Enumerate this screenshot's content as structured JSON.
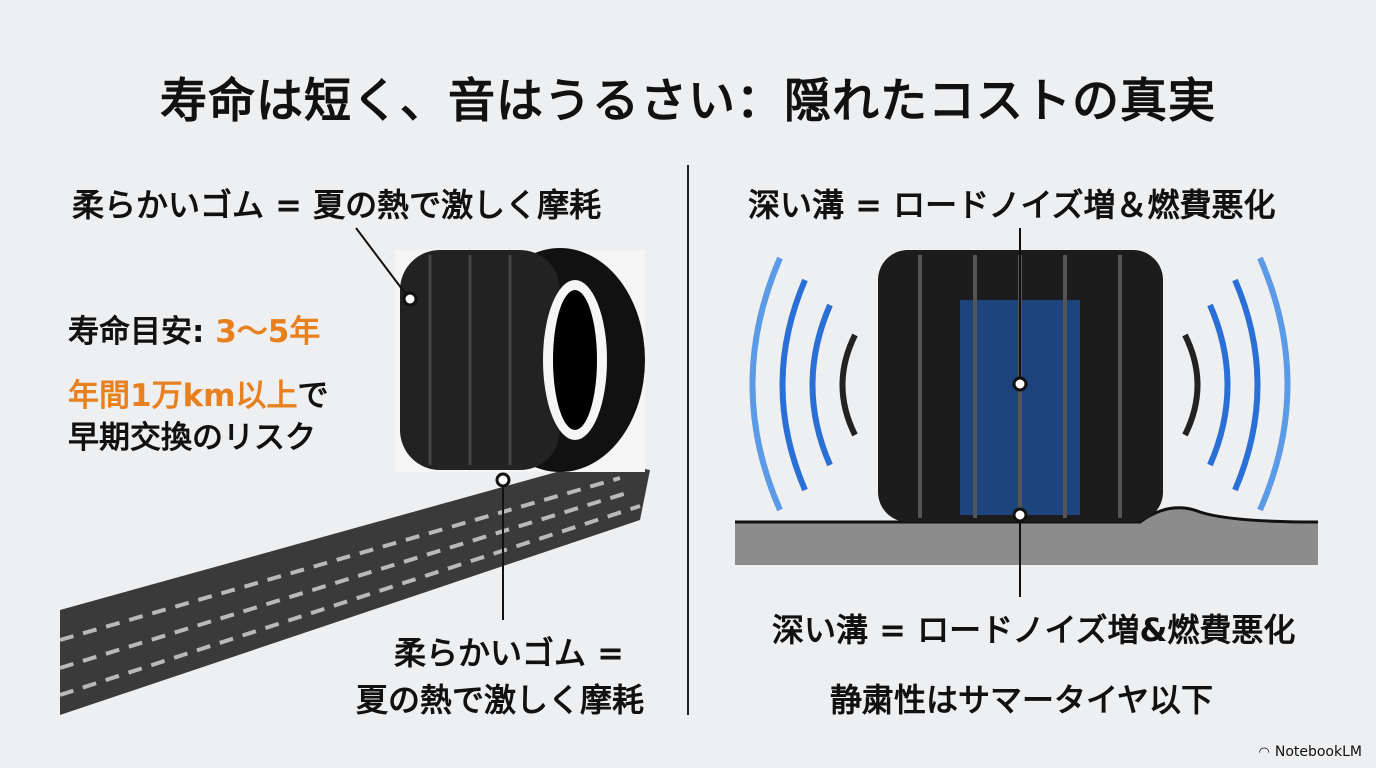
{
  "title": "寿命は短く、音はうるさい：隠れたコストの真実",
  "left": {
    "top_label": "柔らかいゴム = 夏の熱で激しく摩耗",
    "lifespan_prefix": "寿命目安: ",
    "lifespan_value": "3〜5年",
    "risk_highlight": "年間1万km以上",
    "risk_suffix": "で",
    "risk_line2": "早期交換のリスク",
    "bottom_label_line1": "柔らかいゴム =",
    "bottom_label_line2": "夏の熱で激しく摩耗"
  },
  "right": {
    "top_label": "深い溝 = ロードノイズ増＆燃費悪化",
    "bottom_label": "深い溝 = ロードノイズ増&燃費悪化",
    "quietness_label": "静粛性はサマータイヤ以下"
  },
  "brand": "NotebookLM",
  "colors": {
    "accent": "#e8801f",
    "sound": "#2a6fd6",
    "background": "#eeeff1"
  }
}
